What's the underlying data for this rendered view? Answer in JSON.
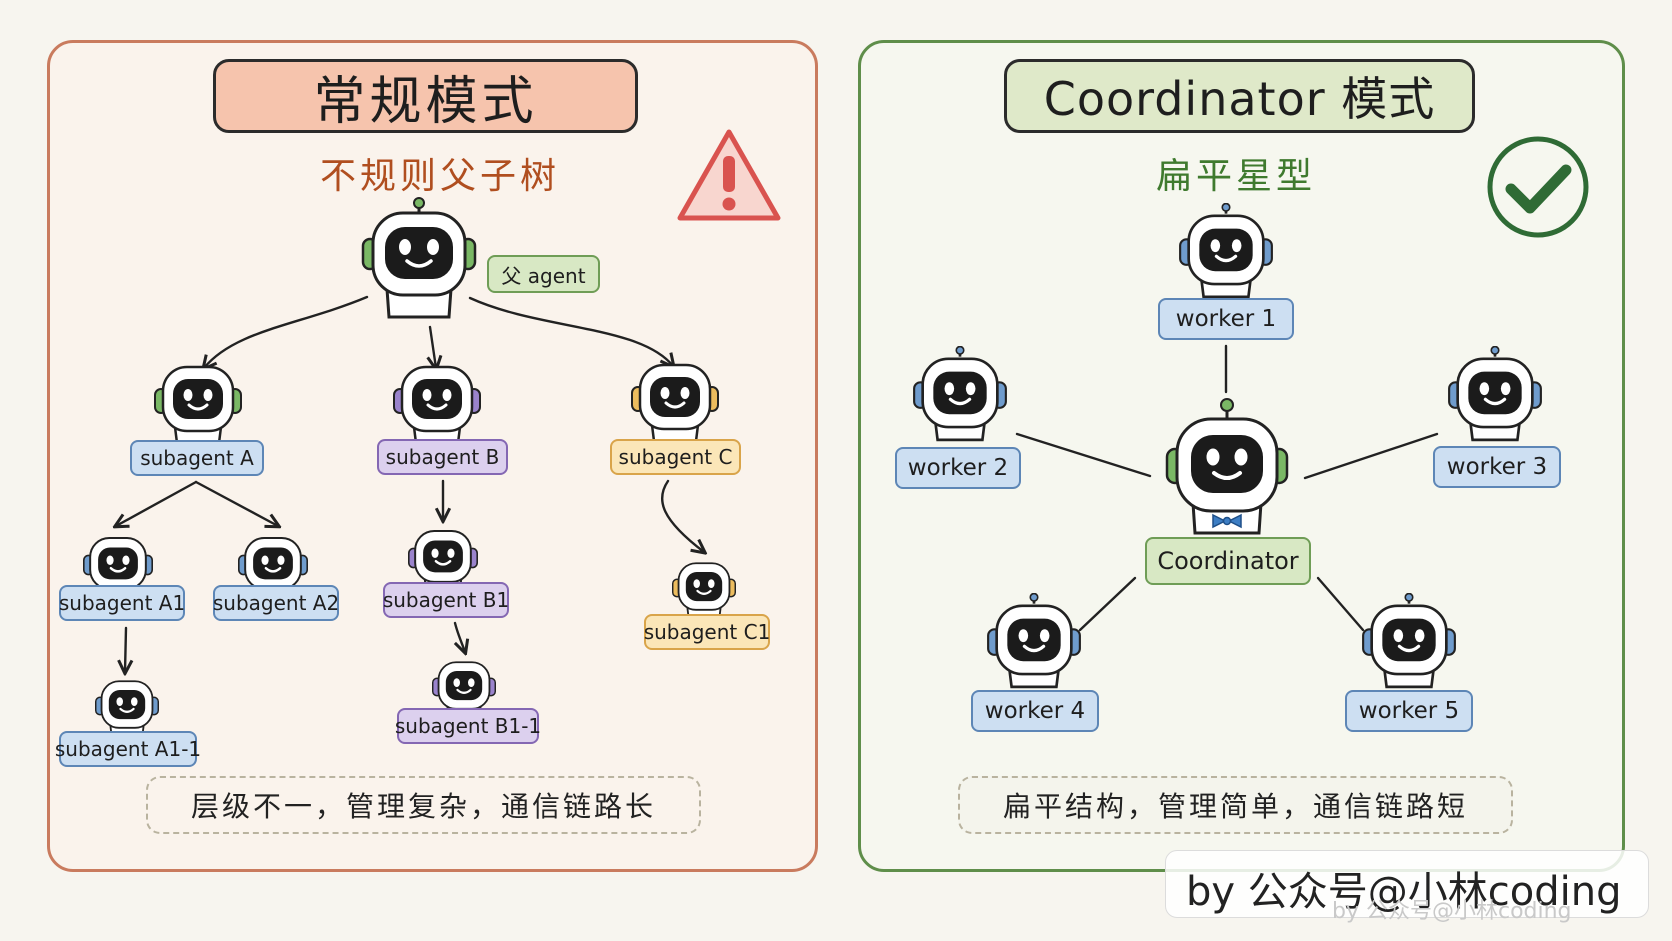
{
  "left": {
    "title": "常规模式",
    "subtitle": "不规则父子树",
    "parent_label": "父 agent",
    "nodes": {
      "a": "subagent A",
      "b": "subagent B",
      "c": "subagent C",
      "a1": "subagent A1",
      "a2": "subagent A2",
      "b1": "subagent B1",
      "c1": "subagent C1",
      "a1_1": "subagent A1-1",
      "b1_1": "subagent B1-1"
    },
    "summary": "层级不一，管理复杂，通信链路长",
    "status_icon": "warning-icon"
  },
  "right": {
    "title": "Coordinator 模式",
    "subtitle": "扁平星型",
    "center_label": "Coordinator",
    "workers": {
      "w1": "worker 1",
      "w2": "worker 2",
      "w3": "worker 3",
      "w4": "worker 4",
      "w5": "worker 5"
    },
    "summary": "扁平结构，管理简单，通信链路短",
    "status_icon": "check-circle-icon"
  },
  "watermark": {
    "text": "by 公众号@小林coding",
    "echo": "by 公众号@小林coding"
  },
  "colors": {
    "left_border": "#c97b5e",
    "right_border": "#5f8e4a",
    "warning": "#d9534f",
    "check": "#2f6b35",
    "green": "#7ab865",
    "blue": "#6f9ccd",
    "purple": "#9a83cc",
    "yellow": "#ecbc5e"
  }
}
